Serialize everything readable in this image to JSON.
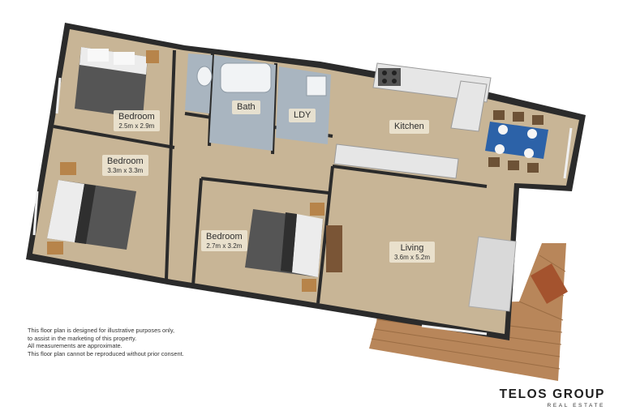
{
  "rooms": {
    "bedroom1": {
      "name": "Bedroom",
      "dims": "2.5m x 2.9m"
    },
    "bedroom2": {
      "name": "Bedroom",
      "dims": "3.3m x 3.3m"
    },
    "bedroom3": {
      "name": "Bedroom",
      "dims": "2.7m x 3.2m"
    },
    "bath": {
      "name": "Bath"
    },
    "laundry": {
      "name": "LDY"
    },
    "kitchen": {
      "name": "Kitchen"
    },
    "living": {
      "name": "Living",
      "dims": "3.6m x 5.2m"
    }
  },
  "disclaimer": [
    "This floor plan is designed for illustrative purposes only,",
    "to assist in the marketing of this property.",
    "All measurements are approximate.",
    "This floor plan cannot be reproduced without prior consent."
  ],
  "brand": {
    "name": "TELOS GROUP",
    "subtitle": "REAL ESTATE"
  },
  "colors": {
    "floor": "#c8b596",
    "wall": "#2b2b2b",
    "tile": "#a9b5c0",
    "deck": "#b8865a",
    "bench": "#e6e6e6"
  }
}
